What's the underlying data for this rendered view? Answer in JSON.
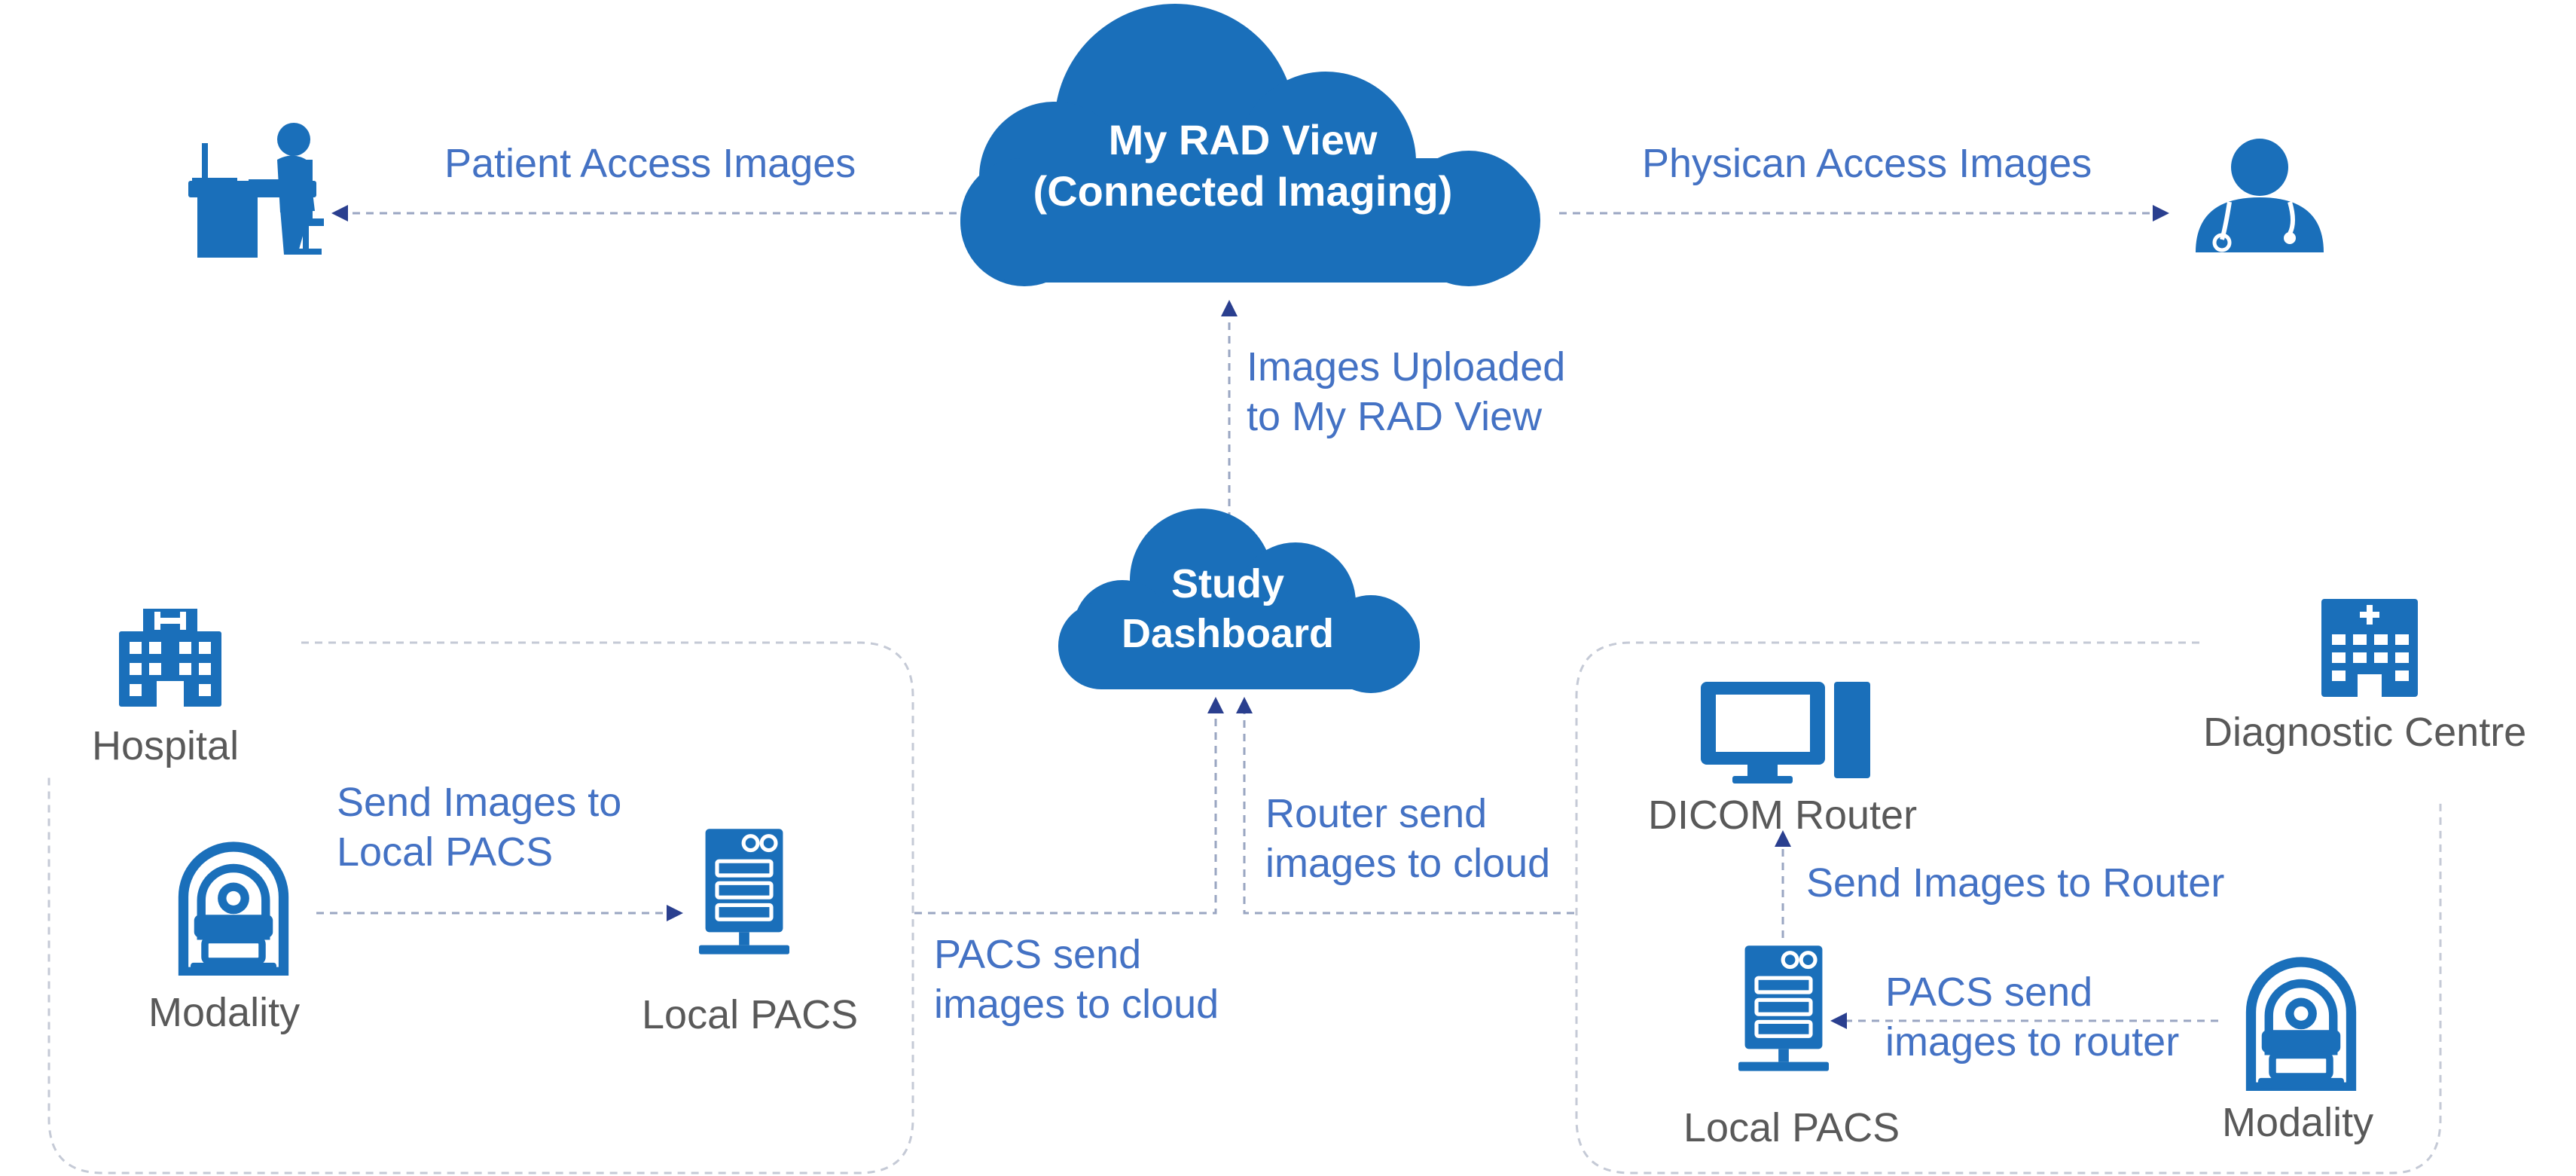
{
  "colors": {
    "primary": "#1a6fba",
    "label_blue": "#4472c4",
    "label_gray": "#595959",
    "connector": "#9aa6c2",
    "arrowhead": "#2a3f8f",
    "boundary": "#c5cad6"
  },
  "clouds": {
    "main": {
      "line1": "My RAD View",
      "line2": "(Connected Imaging)"
    },
    "dashboard": {
      "line1": "Study",
      "line2": "Dashboard"
    }
  },
  "flows": {
    "patient_access": "Patient Access Images",
    "physician_access": "Physican Access Images",
    "uploaded": {
      "line1": "Images Uploaded",
      "line2": "to My RAD View"
    },
    "router_send": {
      "line1": "Router send",
      "line2": "images to cloud"
    },
    "pacs_send_cloud": {
      "line1": "PACS send",
      "line2": "images to cloud"
    }
  },
  "hospital": {
    "title": "Hospital",
    "send_to_pacs": {
      "line1": "Send Images to",
      "line2": "Local PACS"
    },
    "modality": "Modality",
    "local_pacs": "Local PACS"
  },
  "diagnostic": {
    "title": "Diagnostic Centre",
    "dicom_router": "DICOM Router",
    "send_to_router": "Send Images to Router",
    "pacs_send_router": {
      "line1": "PACS send",
      "line2": "images to router"
    },
    "local_pacs": "Local PACS",
    "modality": "Modality"
  },
  "icons": {
    "patient": "patient-at-desk-icon",
    "physician": "physician-icon",
    "hospital": "hospital-building-icon",
    "diagnostic": "diagnostic-centre-building-icon",
    "modality": "ct-scanner-icon",
    "pacs": "server-icon",
    "router": "dicom-router-monitor-icon"
  }
}
